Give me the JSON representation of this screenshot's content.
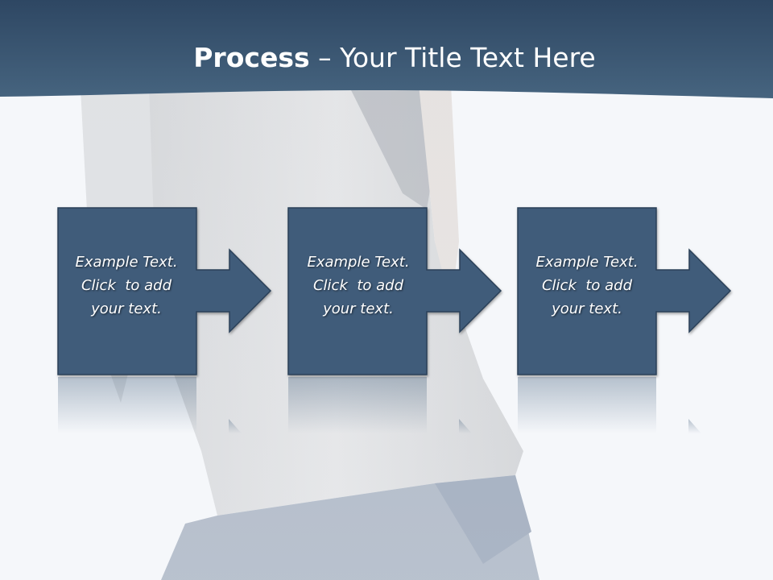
{
  "slide": {
    "title_bold": "Process",
    "title_rest": " – Your Title Text Here"
  },
  "steps": [
    {
      "line1": "Example Text.",
      "line2": "Click  to add",
      "line3": "your text."
    },
    {
      "line1": "Example Text.",
      "line2": "Click  to add",
      "line3": "your text."
    },
    {
      "line1": "Example Text.",
      "line2": "Click  to add",
      "line3": "your text."
    }
  ],
  "colors": {
    "header": "#3d5a78",
    "step_fill": "#3f5c7a",
    "background": "#f5f7fa"
  }
}
